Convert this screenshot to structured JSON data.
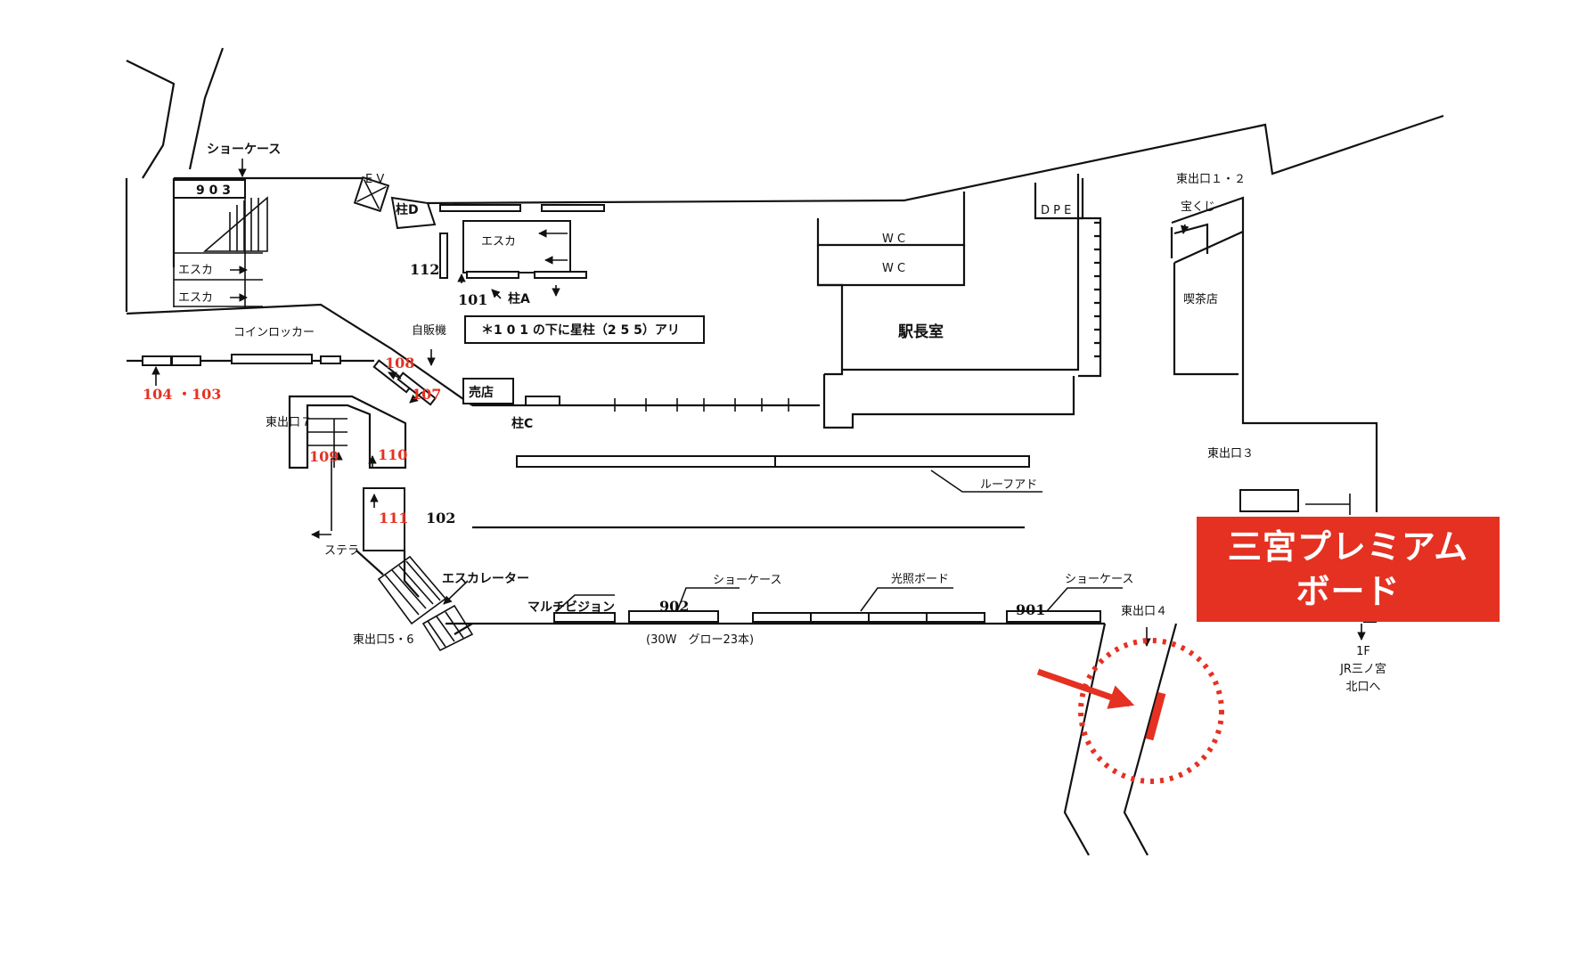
{
  "map": {
    "labels": {
      "showcase_top": "ショーケース",
      "nine03": "9 0 3",
      "ev": "E V",
      "pillar_d": "柱D",
      "escalator_mid": "エスカ",
      "escalator_left_1": "エスカ",
      "escalator_left_2": "エスカ",
      "num_112": "112",
      "num_101": "101",
      "pillar_a": "柱A",
      "coin_locker": "コインロッカー",
      "vending": "自販機",
      "note_box": "＊1 0 1 の下に星柱（2 5 5）アリ",
      "num_104_103": "104 ・103",
      "num_108": "108",
      "num_107": "107",
      "shop": "売店",
      "pillar_c": "柱C",
      "east_exit_7": "東出口７",
      "num_109": "109",
      "num_110": "110",
      "num_111": "111",
      "num_102": "102",
      "sutera": "ステラ",
      "escalator_lower": "エスカレーター",
      "multi_vision": "マルチビジョン",
      "east_exit_5_6": "東出口5・6",
      "showcase_mid": "ショーケース",
      "num_902": "902",
      "note_30w": "(30W　グロー23本)",
      "light_board": "光照ボード",
      "showcase_right": "ショーケース",
      "num_901": "901",
      "east_exit_4": "東出口４",
      "roof_ad": "ルーフアド",
      "wc_1": "W C",
      "wc_2": "W C",
      "stationmaster": "駅長室",
      "dpe": "D P E",
      "east_exit_1_2": "東出口１・２",
      "takarakuji": "宝くじ",
      "cafe": "喫茶店",
      "east_exit_3": "東出口３",
      "floor_1f": "1F",
      "jr_line": "JR三ノ宮",
      "north_exit": "北口へ"
    },
    "highlight": {
      "line1": "三宮プレミアム",
      "line2": "ボード"
    },
    "colors": {
      "accent": "#e53122",
      "line": "#111111",
      "background": "#ffffff"
    }
  }
}
